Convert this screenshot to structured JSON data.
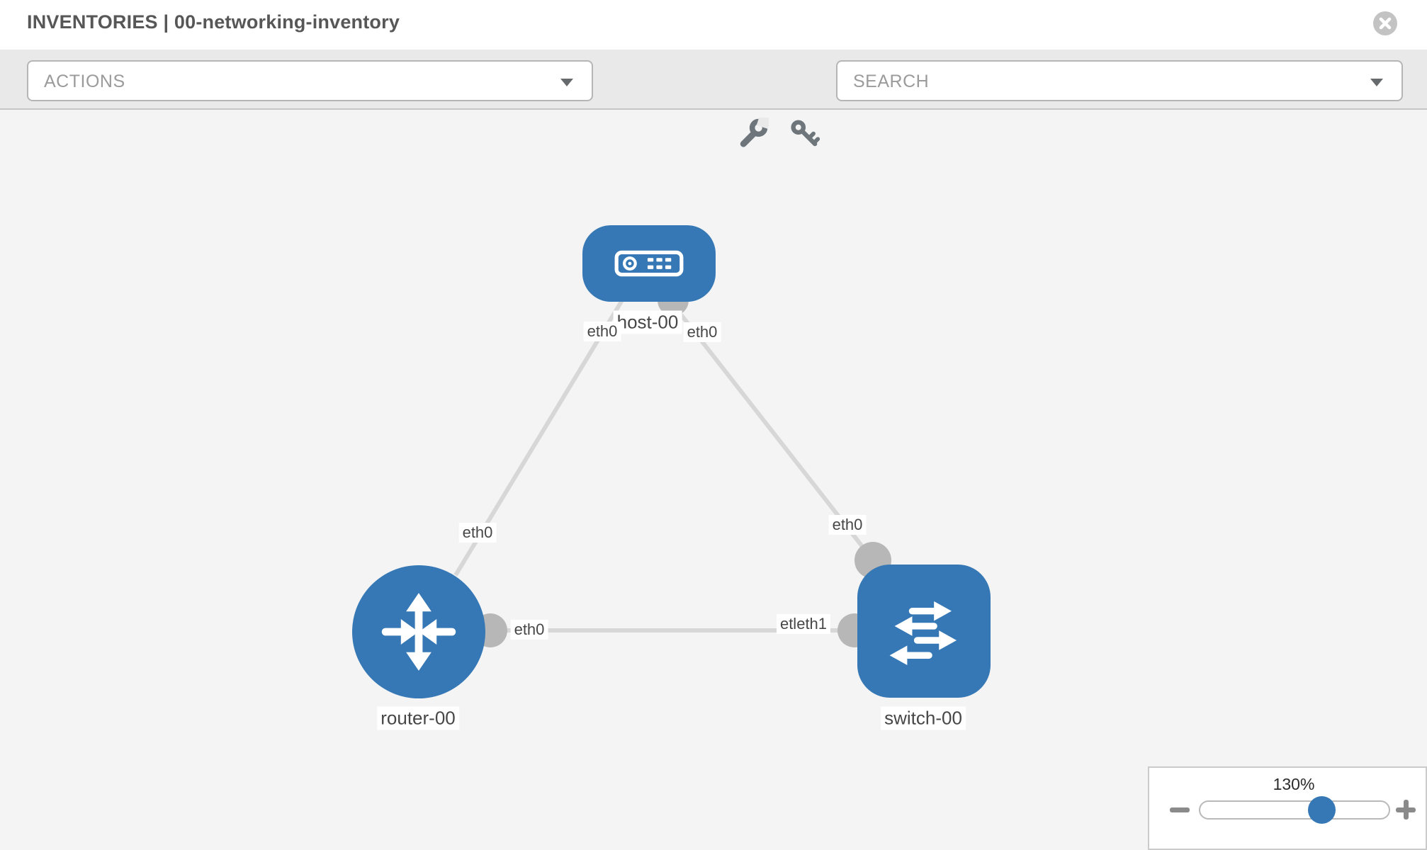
{
  "header": {
    "title": "INVENTORIES | 00-networking-inventory",
    "close_icon": "circle-x-icon"
  },
  "toolbar": {
    "actions_label": "ACTIONS",
    "search_label": "SEARCH",
    "icons": [
      "wrench-icon",
      "key-icon"
    ]
  },
  "topology": {
    "nodes": [
      {
        "id": "host-00",
        "type": "host",
        "label": "host-00"
      },
      {
        "id": "router-00",
        "type": "router",
        "label": "router-00"
      },
      {
        "id": "switch-00",
        "type": "switch",
        "label": "switch-00"
      }
    ],
    "edges": [
      {
        "from": "host-00",
        "to": "router-00",
        "from_label": "eth0",
        "to_label": "eth0"
      },
      {
        "from": "host-00",
        "to": "switch-00",
        "from_label": "eth0",
        "to_label": "eth0"
      },
      {
        "from": "router-00",
        "to": "switch-00",
        "from_label": "eth0",
        "to_label": "eth1",
        "to_label_clipped": "etl"
      }
    ]
  },
  "zoom_control": {
    "level": "130%",
    "zoom_out_icon": "minus",
    "zoom_in_icon": "plus"
  },
  "colors": {
    "node_blue": "#3578b5",
    "edge_gray": "#d7d7d7",
    "port_gray": "#b7b7b7",
    "toolbar_bg": "#e9e9e9",
    "canvas_bg": "#f4f4f4"
  }
}
